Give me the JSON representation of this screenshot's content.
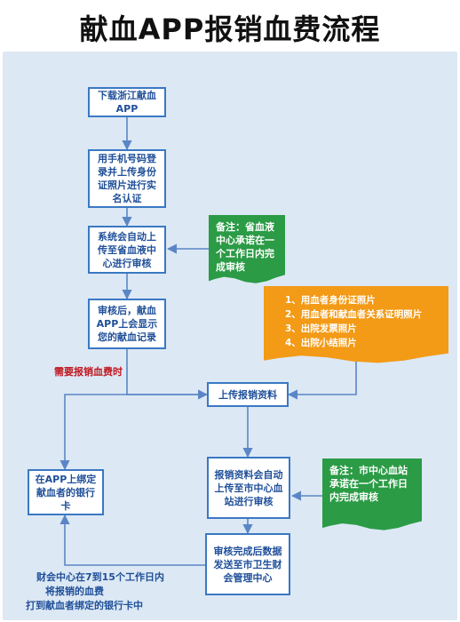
{
  "title": "献血APP报销血费流程",
  "steps": {
    "download": "下载浙江献血APP",
    "register": "用手机号码登录并上传身份证照片进行实名认证",
    "auto_review": "系统会自动上传至省血液中心进行审核",
    "after_review": "审核后，献血APP上会显示您的献血记录",
    "upload": "上传报销资料",
    "auto_upload_city": "报销资料会自动上传至市中心血站进行审核",
    "send_finance": "审核完成后数据发送至市卫生财会管理中心",
    "bind_card": "在APP上绑定献血者的银行卡"
  },
  "notes": {
    "province_note": "备注：省血液中心承诺在一个工作日内完成审核",
    "city_note": "备注：市中心血站承诺在一个工作日内完成审核",
    "materials": [
      "1、用血者身份证照片",
      "2、用血者和献血者关系证明照片",
      "3、出院发票照片",
      "4、出院小结照片"
    ]
  },
  "labels": {
    "need_reimburse": "需要报销血费时",
    "finance_line1": "财会中心在7到15个工作日内",
    "finance_line2": "将报销的血费",
    "finance_line3": "打到献血者绑定的银行卡中"
  }
}
